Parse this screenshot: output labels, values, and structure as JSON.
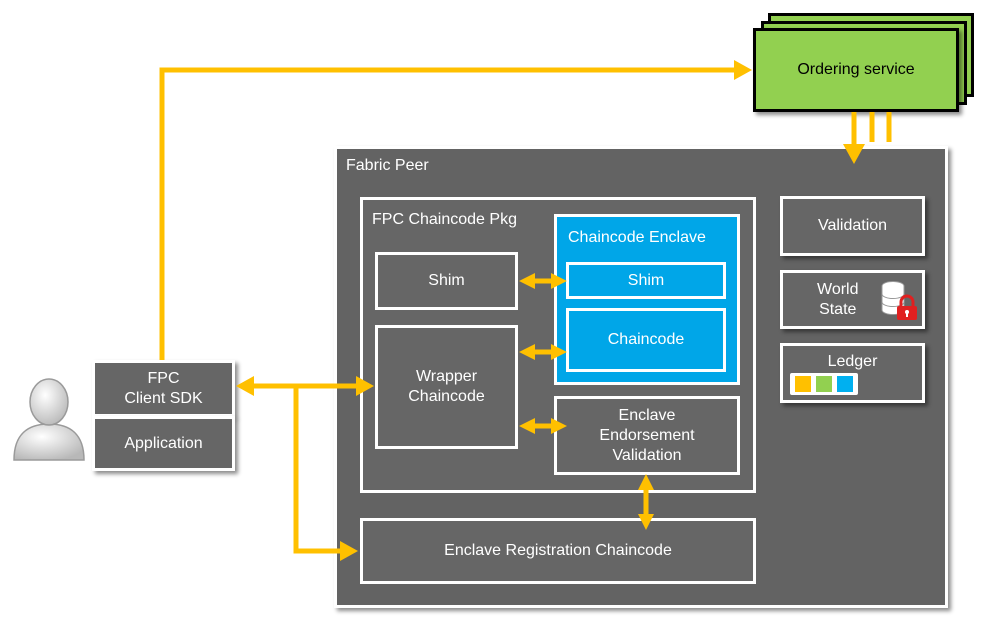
{
  "ordering_service": {
    "label": "Ordering service"
  },
  "fabric_peer": {
    "title": "Fabric Peer",
    "validation": "Validation",
    "world_state": "World\nState",
    "ledger": "Ledger",
    "ledger_block_colors": [
      "#ffc000",
      "#92d050",
      "#00b0f0"
    ]
  },
  "fpc_pkg": {
    "title": "FPC Chaincode Pkg",
    "shim": "Shim",
    "wrapper": "Wrapper\nChaincode",
    "enclave": {
      "title": "Chaincode Enclave",
      "shim": "Shim",
      "chaincode": "Chaincode"
    },
    "endorsement": "Enclave\nEndorsement\nValidation"
  },
  "erc": "Enclave Registration Chaincode",
  "client": {
    "sdk": "FPC\nClient SDK",
    "application": "Application"
  },
  "colors": {
    "arrow": "#ffc000",
    "box": "#666666",
    "enclave": "#00a6e8",
    "ordering": "#92d050",
    "lock": "#e02020"
  },
  "icons": [
    "user-icon",
    "database-icon",
    "lock-icon"
  ]
}
